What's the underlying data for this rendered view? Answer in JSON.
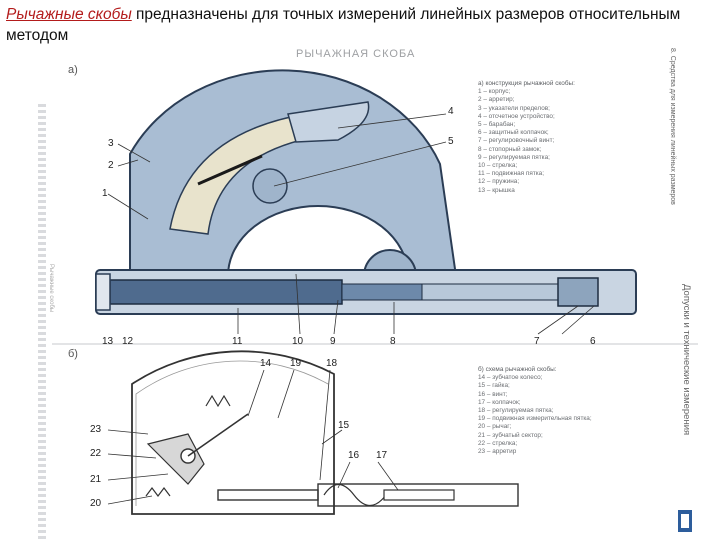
{
  "heading": {
    "lead": "Рычажные скобы",
    "rest": " предназначены для точных измерений линейных размеров относительным методом"
  },
  "figure": {
    "title": "РЫЧАЖНАЯ СКОБА",
    "panel_a": "а)",
    "panel_b": "б)",
    "part_numbers_a": [
      "1",
      "2",
      "3",
      "4",
      "5",
      "6",
      "7",
      "8",
      "9",
      "10",
      "11",
      "12",
      "13"
    ],
    "part_numbers_b": [
      "14",
      "15",
      "16",
      "17",
      "18",
      "19",
      "20",
      "21",
      "22",
      "23"
    ],
    "legend_a": {
      "title": "а) конструкция рычажной скобы:",
      "items": [
        "1 – корпус;",
        "2 – арретир;",
        "3 – указатели пределов;",
        "4 – отсчетное устройство;",
        "5 – барабан;",
        "6 – защитный колпачок;",
        "7 – регулировочный винт;",
        "8 – стопорный замок;",
        "9 – регулируемая пятка;",
        "10 – стрелка;",
        "11 – подвижная пятка;",
        "12 – пружина;",
        "13 – крышка"
      ]
    },
    "legend_b": {
      "title": "б) схема рычажной скобы:",
      "items": [
        "14 – зубчатое колесо;",
        "15 – гайка;",
        "16 – винт;",
        "17 – колпачок;",
        "18 – регулируемая пятка;",
        "19 – подвижная измерительная пятка;",
        "20 – рычаг;",
        "21 – зубчатый сектор;",
        "22 – стрелка;",
        "23 – арретир"
      ]
    },
    "side_text_1": "8. Средства для измерения линейных размеров",
    "side_text_2": "Допуски и технические измерения",
    "left_strip_text": "Рычажные скобы"
  }
}
